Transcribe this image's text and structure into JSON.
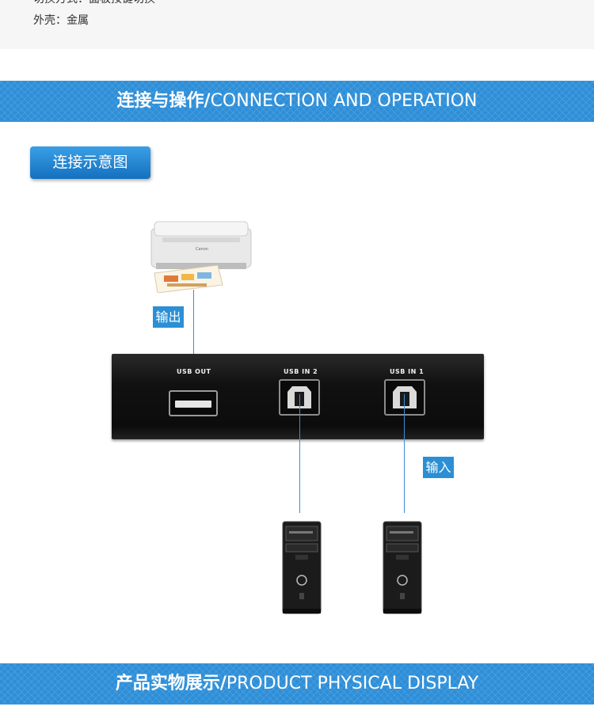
{
  "specs": {
    "cut_line": "切换方式：面板按键切换",
    "shell_line": "外壳：金属"
  },
  "banner_connection": {
    "zh": "连接与操作/",
    "en": "CONNECTION AND OPERATION"
  },
  "tag_button": "连接示意图",
  "labels": {
    "output": "输出",
    "input": "输入"
  },
  "ports": {
    "usb_out": "USB OUT",
    "usb_in_2": "USB IN 2",
    "usb_in_1": "USB IN 1"
  },
  "banner_product": {
    "zh": "产品实物展示/",
    "en": "PRODUCT PHYSICAL DISPLAY"
  },
  "colors": {
    "banner": "#2e8fd8",
    "label": "#2b8fd5",
    "wire": "#3a8fd9"
  },
  "icons": [
    "printer-icon",
    "desktop-computer-icon",
    "usb-a-port-icon",
    "usb-b-port-icon"
  ]
}
